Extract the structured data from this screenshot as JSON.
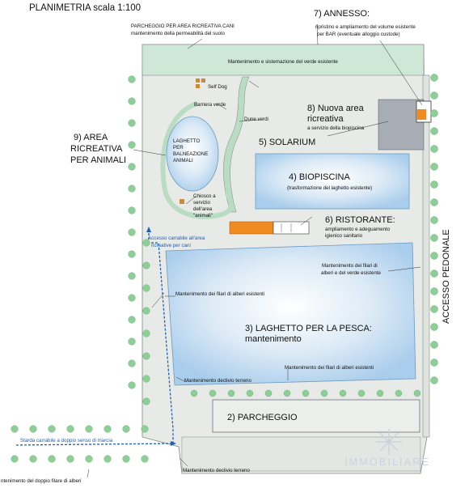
{
  "title": "PLANIMETRIA scala 1:100",
  "labels": {
    "annesso_title": "7) ANNESSO:",
    "annesso_desc1": "ripristino e ampliamento del volume esistente",
    "annesso_desc2": "per BAR (eventuale alloggio custode)",
    "parcheggio_cani1": "PARCHEGGIO PER AREA RICREATIVA CANI",
    "parcheggio_cani2": "mantenimento della permeabilità del suolo",
    "verde_esistente": "Mantenimento e sistemazione del verde esistente",
    "self_dog": "Self Dog",
    "barriera_verde": "Barriera verde",
    "nuova_area1": "8) Nuova area",
    "nuova_area2": "ricreativa",
    "nuova_area3": "a servizio della biopiscina",
    "dune_verdi": "Dune verdi",
    "area_ric1": "9) AREA",
    "area_ric2": "RICREATIVA",
    "area_ric3": "PER ANIMALI",
    "laghetto_bal1": "LAGHETTO",
    "laghetto_bal2": "PER",
    "laghetto_bal3": "BALNEAZIONE",
    "laghetto_bal4": "ANIMALI",
    "solarium": "5) SOLARIUM",
    "biopiscina": "4) BIOPISCINA",
    "biopiscina_desc": "(trasformazione del laghetto esistente)",
    "chiosco1": "Chiosco a",
    "chiosco2": "servizio",
    "chiosco3": "dell'area",
    "chiosco4": "\"animali\"",
    "ristorante": "6) RISTORANTE:",
    "ristorante_desc1": "ampliamento e adeguamento",
    "ristorante_desc2": "igienico sanitario",
    "accesso_carr1": "Accesso carrabile all'area",
    "accesso_carr2": "ricreative per cani",
    "filari_verde1": "Mantenimento dei filari di",
    "filari_verde2": "alberi e del verde esistente",
    "filari_alberi": "Mantenimento dei filari di alberi esistenti",
    "accesso_pedonale": "ACCESSO PEDONALE",
    "laghetto_pesca1": "3) LAGHETTO PER LA PESCA:",
    "laghetto_pesca2": "mantenimento",
    "filari_alberi2": "Mantenimento dei filari di alberi esistenti",
    "declivio1": "Mantenimento declivio terreno",
    "parcheggio": "2) PARCHEGGIO",
    "strada": "Starda carrabile a doppio senso di marcia",
    "doppio_filare": "ntenimento del doppio filare di alberi",
    "declivio2": "Mantenimento declivio terreno",
    "watermark": "IMMOBILIARE"
  },
  "colors": {
    "terrain": "#dfe3e0",
    "green": "#cfe7d6",
    "water": "#bcd8ef",
    "water_glow": "#ffffff",
    "building": "#a9aeb6",
    "restaurant": "#f08a23",
    "access_blue": "#1f5fb8",
    "tree": "#8ecf97"
  }
}
